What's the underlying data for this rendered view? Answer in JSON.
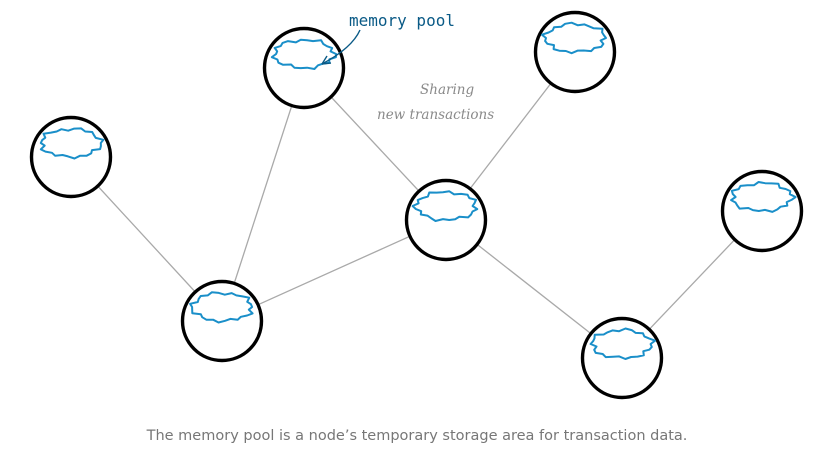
{
  "diagram": {
    "label": "memory pool",
    "note": [
      "Sharing",
      "new transactions"
    ],
    "nodes": [
      {
        "id": "n1",
        "name": "node-top-left"
      },
      {
        "id": "n2",
        "name": "node-top-right"
      },
      {
        "id": "n3",
        "name": "node-left"
      },
      {
        "id": "n4",
        "name": "node-center"
      },
      {
        "id": "n5",
        "name": "node-right"
      },
      {
        "id": "n6",
        "name": "node-bottom-left"
      },
      {
        "id": "n7",
        "name": "node-bottom-right"
      }
    ],
    "edges": [
      [
        "n1",
        "n4"
      ],
      [
        "n1",
        "n6"
      ],
      [
        "n3",
        "n6"
      ],
      [
        "n6",
        "n4"
      ],
      [
        "n4",
        "n2"
      ],
      [
        "n4",
        "n7"
      ],
      [
        "n7",
        "n5"
      ]
    ]
  },
  "caption": "The memory pool is a node’s temporary storage area for transaction data."
}
